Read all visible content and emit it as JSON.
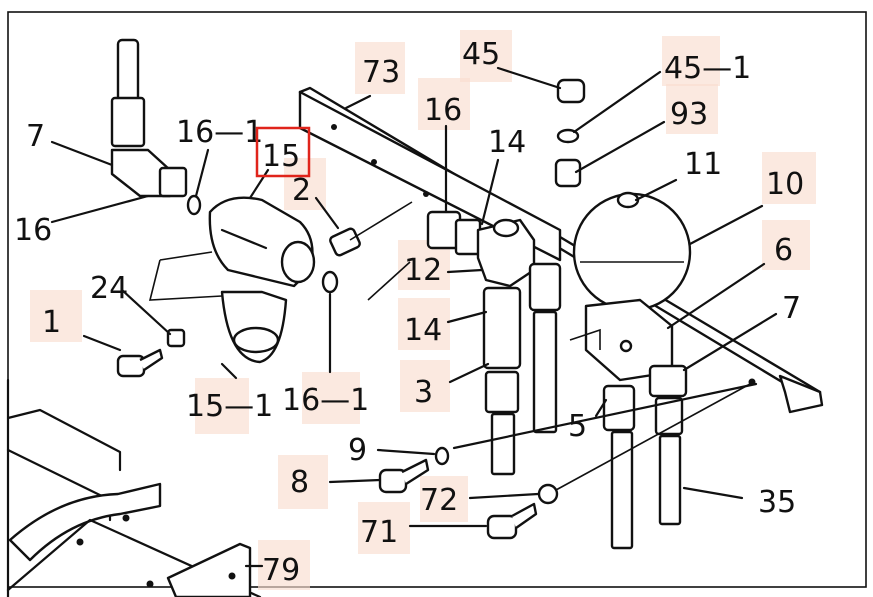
{
  "colors": {
    "highlight": "#f9ddd0",
    "selection": "#e0241b",
    "ink": "#111111"
  },
  "labels": {
    "l7a": "7",
    "l16a": "16",
    "l16_1a": "16—1",
    "l15": "15",
    "l2": "2",
    "l73": "73",
    "l16b": "16",
    "l14a": "14",
    "l45": "45",
    "l45_1": "45—1",
    "l93": "93",
    "l11": "11",
    "l10": "10",
    "l6": "6",
    "l7b": "7",
    "l24": "24",
    "l1": "1",
    "l12": "12",
    "l14b": "14",
    "l3": "3",
    "l15_1": "15—1",
    "l16_1b": "16—1",
    "l5": "5",
    "l9": "9",
    "l8": "8",
    "l72": "72",
    "l35": "35",
    "l71": "71",
    "l79": "79"
  }
}
